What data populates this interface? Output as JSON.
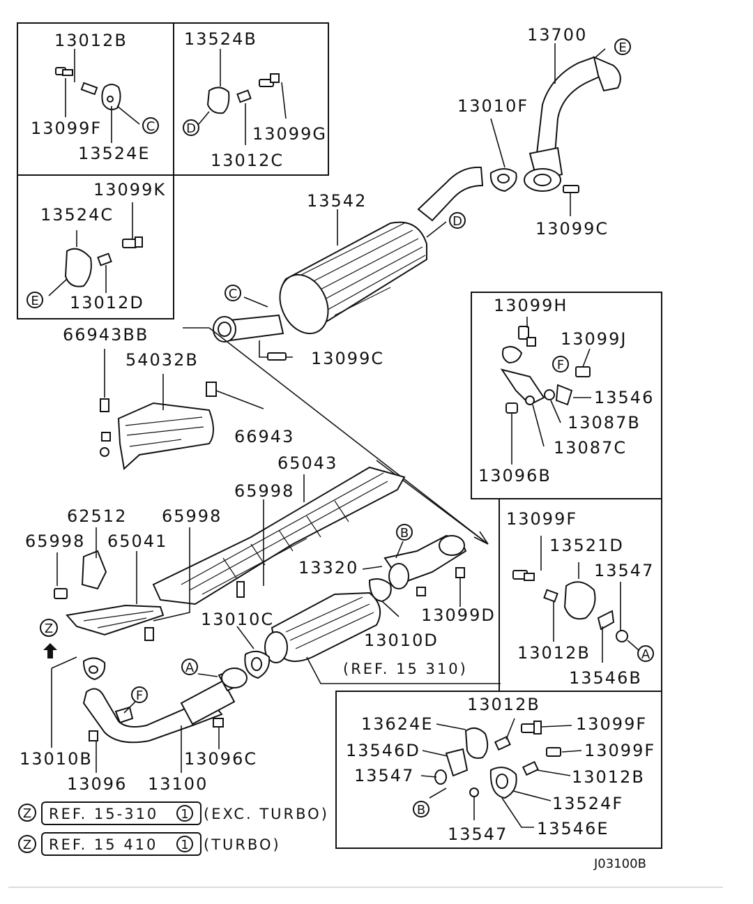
{
  "diagram_code": "J03100B",
  "callouts": {
    "c13012B_a": "13012B",
    "c13099F_a": "13099F",
    "c13524E_a": "13524E",
    "c13524B": "13524B",
    "c13099G": "13099G",
    "c13012C": "13012C",
    "c13099K": "13099K",
    "c13524C": "13524C",
    "c13012D": "13012D",
    "c13700": "13700",
    "c13010F": "13010F",
    "c13099C_a": "13099C",
    "c13542": "13542",
    "c13099C_b": "13099C",
    "c66943BB": "66943BB",
    "c54032B": "54032B",
    "c66943": "66943",
    "c65043": "65043",
    "c65998_a": "65998",
    "c65998_b": "65998",
    "c65998_c": "65998",
    "c62512": "62512",
    "c65041": "65041",
    "c13320": "13320",
    "c13099D": "13099D",
    "c13010C": "13010C",
    "c13010D": "13010D",
    "c13010B": "13010B",
    "c13096": "13096",
    "c13100": "13100",
    "c13096C": "13096C",
    "c13099H": "13099H",
    "c13099J": "13099J",
    "c13546": "13546",
    "c13087B": "13087B",
    "c13087C": "13087C",
    "c13096B": "13096B",
    "c13099F_b": "13099F",
    "c13521D": "13521D",
    "c13547_a": "13547",
    "c13012B_b": "13012B",
    "c13546B": "13546B",
    "c13012B_c": "13012B",
    "c13624E": "13624E",
    "c13099F_c": "13099F",
    "c13546D": "13546D",
    "c13099F_d": "13099F",
    "c13547_b": "13547",
    "c13012B_d": "13012B",
    "c13524F": "13524F",
    "c13547_c": "13547",
    "c13546E": "13546E"
  },
  "markers": {
    "C": "C",
    "D": "D",
    "E": "E",
    "F": "F",
    "A": "A",
    "B": "B",
    "Z": "Z"
  },
  "refs": {
    "ref_15310_label": "(REF. 15 310)",
    "ref1_z": "Z",
    "ref1_box": "REF. 15-310",
    "ref1_num": "1",
    "ref1_note": "(EXC. TURBO)",
    "ref2_z": "Z",
    "ref2_box": "REF. 15 410",
    "ref2_num": "1",
    "ref2_note": "(TURBO)"
  },
  "icons": {
    "front_arrow": "up-arrow-icon"
  }
}
